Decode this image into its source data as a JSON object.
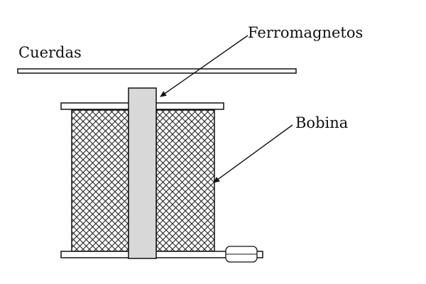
{
  "labels": {
    "strings": "Cuerdas",
    "magnet": "Ferromagnetos",
    "coil": "Bobina"
  },
  "colors": {
    "stroke": "#111111",
    "magnet_fill": "#d8d8d8",
    "coil_mesh": "#222222",
    "background": "#ffffff"
  }
}
